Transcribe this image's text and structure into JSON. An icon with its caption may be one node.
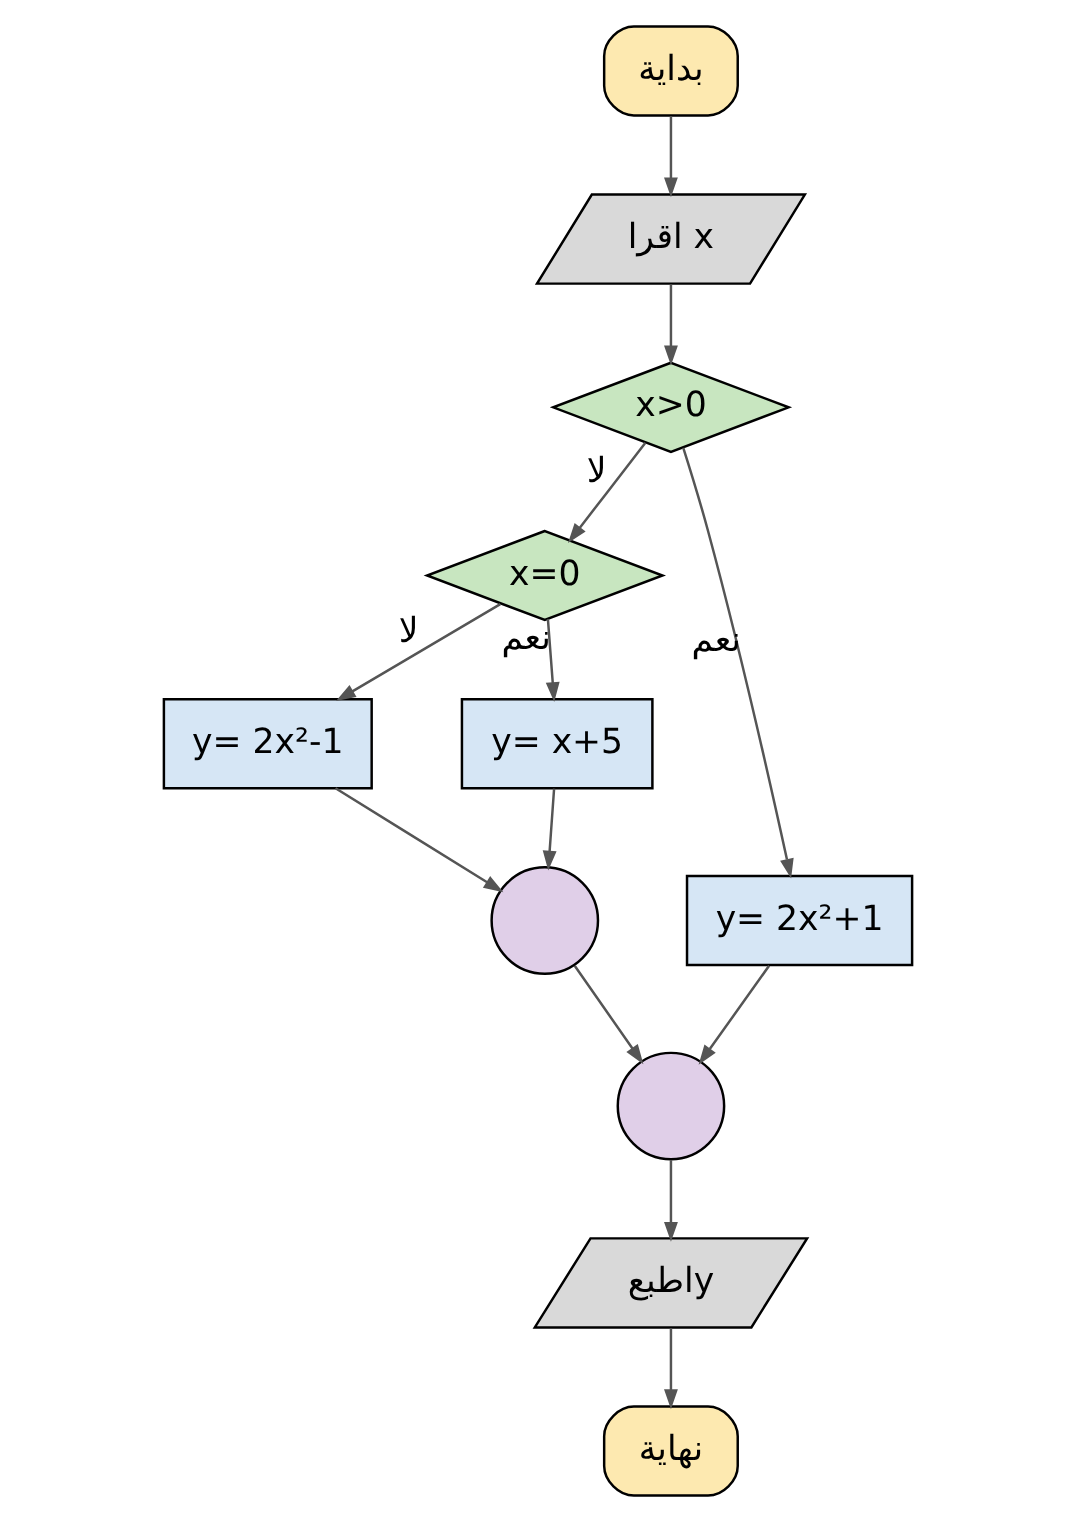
{
  "diagram": {
    "nodes": [
      {
        "text": [
          "بداية"
        ]
      },
      {
        "text": [
          "اقرا x"
        ]
      },
      {
        "text": [
          "x>0"
        ]
      },
      {
        "text": [
          "x=0"
        ]
      },
      {
        "text": [
          "y= 2x²-1"
        ]
      },
      {
        "text": [
          "y= x+5"
        ]
      },
      {
        "text": [
          "y= 2x²+1"
        ]
      },
      {
        "text": [],
        "shape": "circle"
      },
      {
        "text": [],
        "shape": "circle"
      },
      {
        "text": [
          "اطبعy"
        ]
      },
      {
        "text": [
          "نهاية"
        ]
      }
    ],
    "edges": [
      {
        "from": 0,
        "to": 1,
        "arrow": "to"
      },
      {
        "from": 1,
        "to": 2,
        "arrow": "to"
      },
      {
        "from": 2,
        "to": 3,
        "arrow": "to",
        "label": "لا"
      },
      {
        "from": 2,
        "to": 6,
        "arrow": "to",
        "label": "نعم"
      },
      {
        "from": 3,
        "to": 4,
        "arrow": "to",
        "label": "لا"
      },
      {
        "from": 3,
        "to": 5,
        "arrow": "to",
        "label": "نعم"
      },
      {
        "from": 4,
        "to": 7,
        "arrow": "to"
      },
      {
        "from": 5,
        "to": 7,
        "arrow": "to"
      },
      {
        "from": 7,
        "to": 8,
        "arrow": "to"
      },
      {
        "from": 6,
        "to": 8,
        "arrow": "to"
      },
      {
        "from": 8,
        "to": 9,
        "arrow": "to"
      },
      {
        "from": 9,
        "to": 10,
        "arrow": "to"
      }
    ]
  }
}
